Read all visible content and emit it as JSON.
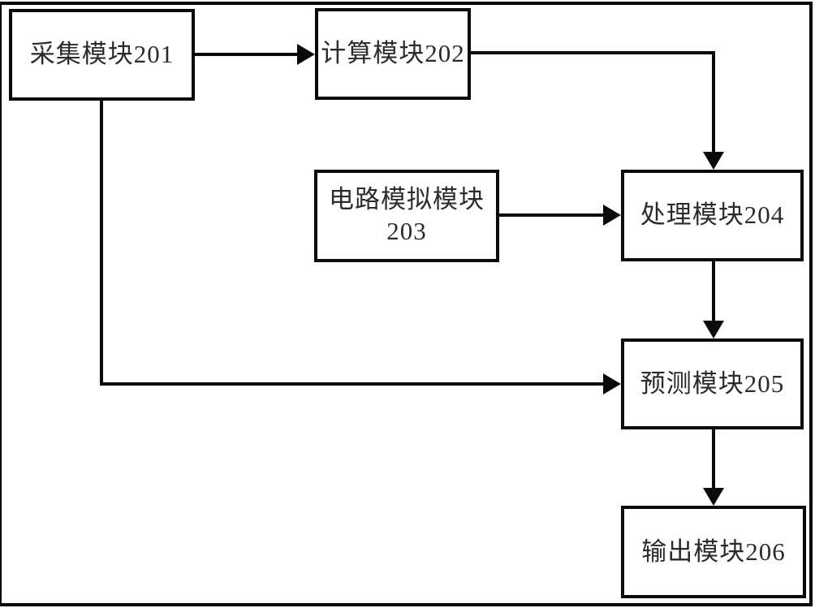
{
  "diagram": {
    "type": "block-flow-diagram",
    "background_color": "#ffffff",
    "line_color": "#0a0a0a",
    "text_color": "#2b2b2b",
    "border_color": "#050505",
    "nodes": [
      {
        "id": "201",
        "label": "采集模块201"
      },
      {
        "id": "202",
        "label": "计算模块202"
      },
      {
        "id": "203",
        "line1": "电路模拟模块",
        "line2": "203"
      },
      {
        "id": "204",
        "label": "处理模块204"
      },
      {
        "id": "205",
        "label": "预测模块205"
      },
      {
        "id": "206",
        "label": "输出模块206"
      }
    ],
    "edges": [
      {
        "from": "采集模块201",
        "to": "计算模块202",
        "style": "straight-right"
      },
      {
        "from": "计算模块202",
        "to": "处理模块204",
        "style": "elbow-right-down"
      },
      {
        "from": "电路模拟模块203",
        "to": "处理模块204",
        "style": "straight-right"
      },
      {
        "from": "处理模块204",
        "to": "预测模块205",
        "style": "straight-down"
      },
      {
        "from": "采集模块201",
        "to": "预测模块205",
        "style": "elbow-down-right"
      },
      {
        "from": "预测模块205",
        "to": "输出模块206",
        "style": "straight-down"
      }
    ]
  }
}
